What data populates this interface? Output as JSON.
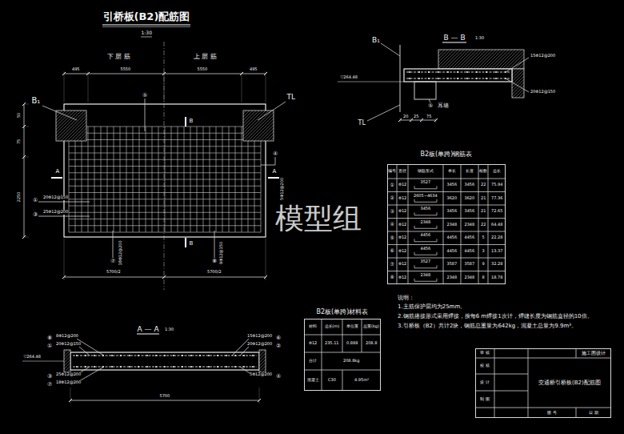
{
  "diagram": {
    "title": "引桥板(B2)配筋图",
    "nodes": [
      {
        "text": [
          "B2板(单跨)钢筋表",
          "编号",
          "直径",
          "钢筋形式",
          "单长",
          "长度",
          "根数",
          "总长",
          "①",
          "Φ12",
          "3527",
          "3456",
          "3456",
          "22",
          "75.94",
          "②",
          "Φ12",
          "2605~4634",
          "3620",
          "3620",
          "21",
          "77.36",
          "③",
          "Φ12",
          "3456",
          "3456",
          "3456",
          "21",
          "72.65",
          "④",
          "Φ12",
          "2348",
          "2348",
          "2348",
          "22",
          "64.48",
          "⑤",
          "Φ12",
          "4456",
          "4456",
          "4456",
          "5",
          "22.28",
          "⑥",
          "Φ12",
          "4456",
          "4456",
          "4456",
          "3",
          "13.37",
          "⑦",
          "Φ12",
          "3527",
          "3587",
          "3587",
          "9",
          "32.28",
          "⑧",
          "Φ12",
          "2348",
          "2348",
          "2348",
          "8",
          "18.78"
        ]
      },
      {
        "text": [
          "B2板(单跨)材料表",
          "材料",
          "总长(m)",
          "单位重",
          "总重(kg)",
          "Φ12",
          "235.11",
          "0.888",
          "208.8",
          "合计",
          "208.8kg",
          "混凝土",
          "C30",
          "4.95m³"
        ]
      },
      {
        "text": [
          "交通桥引桥板(B2)配筋图",
          "施工图设计",
          "审 核",
          "校 核",
          "设 计",
          "制 图",
          "图 号",
          "日 期"
        ]
      }
    ],
    "labels": [
      "1:30",
      "下 层 筋",
      "上 层 筋",
      "495",
      "5550",
      "5550",
      "495",
      "B₁",
      "TL",
      "50",
      "75",
      "2250",
      "A",
      "A",
      "B",
      "B",
      "①",
      "20Φ12@150",
      "③",
      "25Φ12@200",
      "⑤",
      "④",
      "5Φ12@200",
      "⑦",
      "18Φ12@200",
      "⑧",
      "9Φ12@150",
      "5700/2",
      "5700/2",
      "B — B",
      "1:30",
      "B₁",
      "▽264.48",
      "⑤",
      "耳墙",
      "TL",
      "15Φ12@200",
      "20Φ12@150",
      "20",
      "25",
      "75",
      "说明：",
      "1.主筋保护层均为25mm。",
      "2.钢筋搭接形式采用焊接，按每6 m焊接1次计，焊缝长度为钢筋直径的10倍。",
      "3.引桥板（B2）共计2块，钢筋总重量为642kg，混凝土总量为9.9m³。",
      "A — A",
      "1:30",
      "▽264.48",
      "⑧",
      "8Φ12@200",
      "①",
      "20Φ12@150",
      "③",
      "25Φ12@200",
      "⑦",
      "18Φ12@200",
      "⑥",
      "15Φ12@200",
      "②",
      "20Φ12@200",
      "④",
      "5Φ12@200",
      "5700",
      "模型组"
    ]
  }
}
